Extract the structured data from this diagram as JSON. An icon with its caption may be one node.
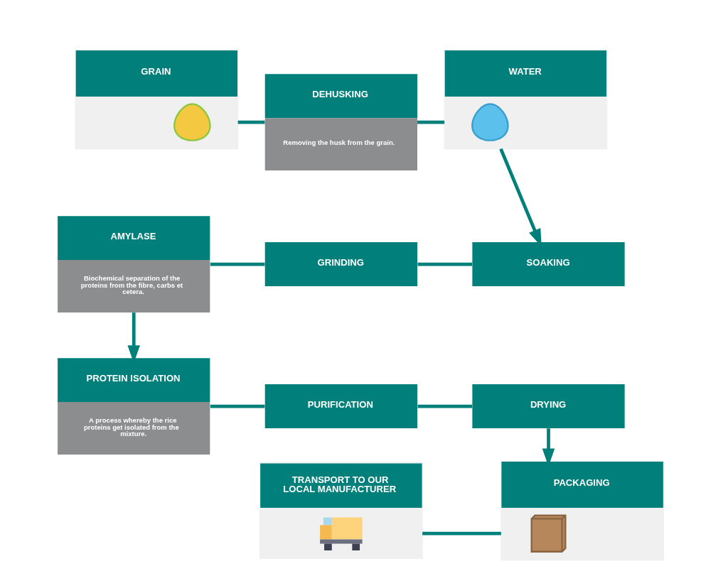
{
  "diagram": {
    "nodes": [
      {
        "text": [
          "GRAIN"
        ]
      },
      {
        "text": [],
        "shape": "picture",
        "in": 0
      },
      {
        "text": [
          "DEHUSKING",
          "Removing the husk from the grain."
        ]
      },
      {
        "text": [
          "WATER"
        ]
      },
      {
        "text": [],
        "shape": "picture",
        "in": 3
      },
      {
        "text": [
          "AMYLASE",
          "Biochemical separation of the proteins from the fibre, carbs et cetera."
        ]
      },
      {
        "text": [
          "GRINDING"
        ]
      },
      {
        "text": [
          "SOAKING"
        ]
      },
      {
        "text": [
          "PROTEIN ISOLATION",
          "A process whereby the rice proteins get isolated from the mixture."
        ]
      },
      {
        "text": [
          "PURIFICATION"
        ]
      },
      {
        "text": [
          "DRYING"
        ]
      },
      {
        "text": [
          "TRANSPORT TO OUR LOCAL MANUFACTURER"
        ]
      },
      {
        "text": [],
        "shape": "picture",
        "in": 11
      },
      {
        "text": [
          "PACKAGING"
        ]
      },
      {
        "text": [],
        "shape": "picture",
        "in": 13
      }
    ],
    "edges": [
      {
        "from": 0,
        "to": 2,
        "arrow": "none"
      },
      {
        "from": 2,
        "to": 3,
        "arrow": "none"
      },
      {
        "from": 3,
        "to": 7,
        "arrow": "to"
      },
      {
        "from": 7,
        "to": 6,
        "arrow": "none"
      },
      {
        "from": 6,
        "to": 5,
        "arrow": "none"
      },
      {
        "from": 5,
        "to": 8,
        "arrow": "to"
      },
      {
        "from": 8,
        "to": 9,
        "arrow": "none"
      },
      {
        "from": 9,
        "to": 10,
        "arrow": "none"
      },
      {
        "from": 10,
        "to": 13,
        "arrow": "to"
      },
      {
        "from": 13,
        "to": 11,
        "arrow": "none"
      }
    ]
  }
}
